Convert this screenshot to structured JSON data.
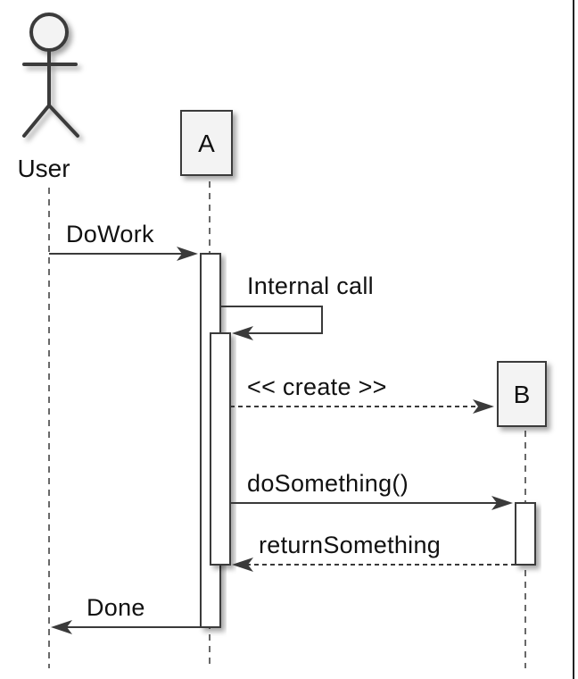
{
  "participants": {
    "user": {
      "label": "User"
    },
    "a": {
      "label": "A"
    },
    "b": {
      "label": "B"
    }
  },
  "messages": {
    "dowork": "DoWork",
    "internal_call": "Internal call",
    "create": "<< create >>",
    "do_something": "doSomething()",
    "return_something": "returnSomething",
    "done": "Done"
  },
  "colors": {
    "line": "#3a3a3a",
    "box_fill": "#f3f3f3",
    "activation_fill": "#ffffff",
    "text": "#111111"
  }
}
